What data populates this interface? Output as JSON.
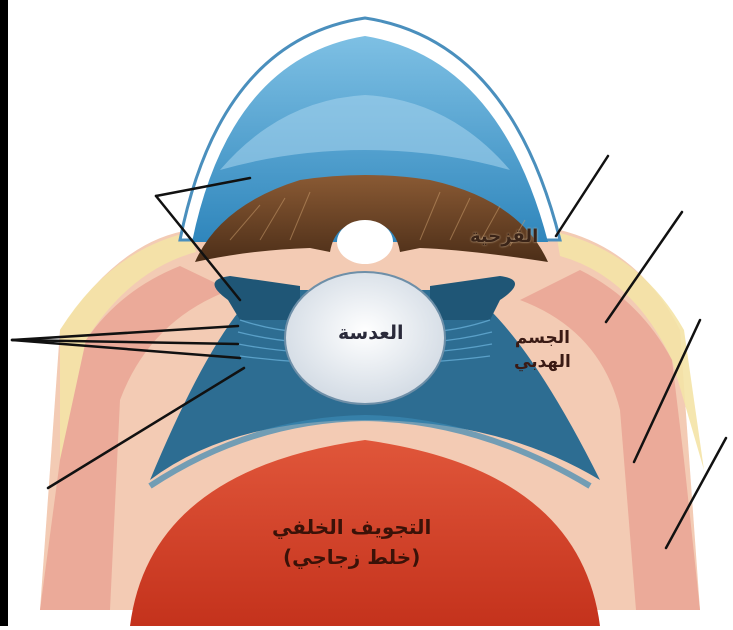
{
  "labels": {
    "iris": "القزحية",
    "lens": "العدسة",
    "ciliary_body_line1": "الجسم",
    "ciliary_body_line2": "الهدبي",
    "posterior_cavity_line1": "التجويف الخلفي",
    "posterior_cavity_line2": "(خلط زجاجي)"
  },
  "colors": {
    "cornea": "#4a9cc8",
    "aqueous": "#3b8fc0",
    "iris": "#6b4426",
    "lens": "#eef1f5",
    "sclera": "#f2c9b0",
    "vitreous": "#d9452a",
    "ciliary": "#2e6f93",
    "leader_line": "#111111"
  }
}
